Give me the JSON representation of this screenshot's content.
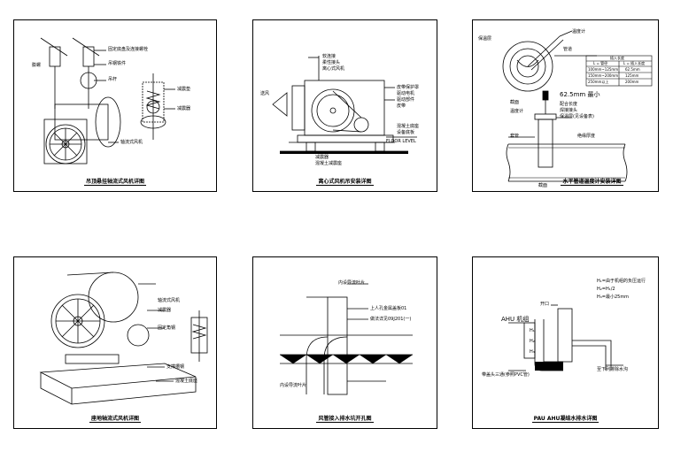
{
  "panels": [
    {
      "caption": "吊顶悬挂轴流式风机详图",
      "labels": {
        "bolt_cap": "固定底盘及连接螺栓",
        "rod_left": "膨螺",
        "rod_right": "吊钢铁件",
        "spring_top": "吊杆",
        "isolator": "减震垫",
        "spring": "减震器",
        "fan": "轴流式风机"
      }
    },
    {
      "caption": "离心式风机吊安装详图",
      "labels": {
        "frame": "软连接",
        "inlet": "柔性接头",
        "fan": "离心式风机",
        "outlet": "送风",
        "guard": "皮带保护罩",
        "motor": "驱动电机",
        "base": "驱动部件",
        "belt": "皮带",
        "pad": "混凝土底座",
        "level": "设备底板",
        "isolator": "减震器",
        "concrete": "混凝土减震座",
        "floor": "FLOOR LEVEL"
      }
    },
    {
      "caption": "水平管道温度计安装详图",
      "labels": {
        "insulation": "保温层",
        "thermo": "温度计",
        "pipe": "管道",
        "sensor": "温度计",
        "reg": "套管",
        "sleeve": "焊接接头",
        "dim": "62.5mm 最小",
        "note1": "配合长度",
        "note2": "保温层(见设备表)",
        "ins_thick": "绝缘厚度",
        "section_top": "截面",
        "section_bottom": "截面"
      },
      "table": {
        "title": "插入长度",
        "headers": [
          "L = 管径",
          "L = 插入长度"
        ],
        "rows": [
          [
            "100mm~125mm",
            "62.5mm"
          ],
          [
            "150mm~200mm",
            "125mm"
          ],
          [
            "250mm以上",
            "200mm"
          ]
        ]
      }
    },
    {
      "caption": "座地轴流式风机详图",
      "labels": {
        "fan": "轴流式风机",
        "isolator": "减震器",
        "anchor": "固定角钢",
        "bracket": "支撑槽钢",
        "base": "混凝土底座"
      }
    },
    {
      "caption": "风管接入排水坑开孔图",
      "labels": {
        "vane_top": "内设导流叶片",
        "sleeve": "上人孔金属盖板01",
        "flange": "做法详见09J201(一)",
        "vane_bottom": "内设导流叶片"
      }
    },
    {
      "caption": "PAU AHU凝结水排水详图",
      "labels": {
        "unit": "AHU 机组",
        "cap": "开口",
        "h1": "H₁",
        "h2": "H₂",
        "h3": "H₃",
        "legend1": "H₁=由于机组的负压运行",
        "legend2": "H₂=H₁/2",
        "legend3": "H₃=最小25mm",
        "tee": "带盖头三通(参照PVC管)",
        "drain": "至下列排除水沟"
      }
    }
  ]
}
